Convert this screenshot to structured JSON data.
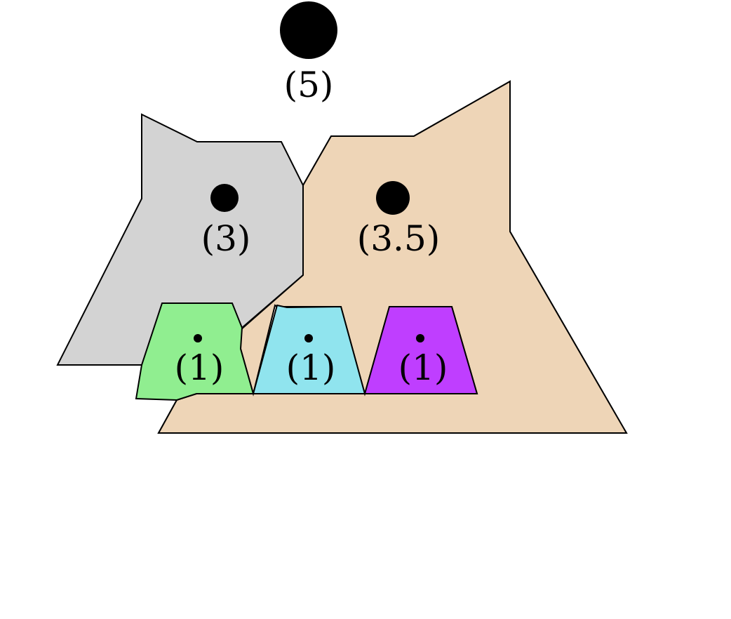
{
  "colors": {
    "gray_region": "#d3d3d3",
    "tan_region": "#eed5b7",
    "green_region": "#90ee90",
    "cyan_region": "#90e4ee",
    "purple_region": "#bf3eff",
    "point": "#000000"
  },
  "labels": {
    "top": "(5)",
    "gray": "(3)",
    "tan": "(3.5)",
    "green": "(1)",
    "cyan": "(1)",
    "purple": "(1)"
  }
}
